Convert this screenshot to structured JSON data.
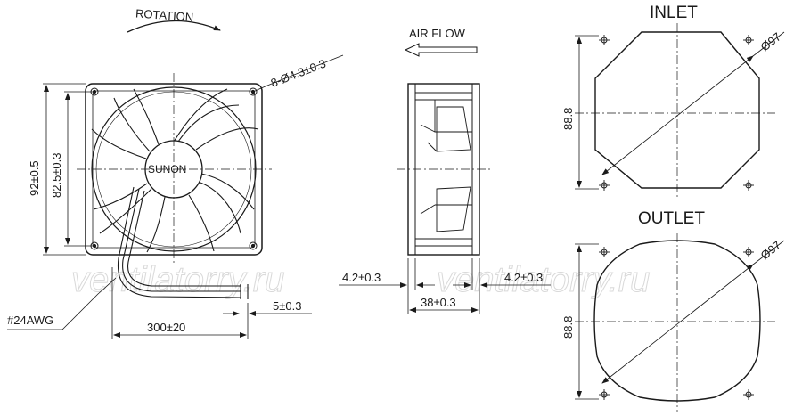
{
  "front_view": {
    "rotation_label": "ROTATION",
    "hole_dim": "8-Ø4.3±0.3",
    "overall_height": "92±0.5",
    "hole_spacing": "82.5±0.3",
    "brand": "SUNON",
    "wire_gauge": "#24AWG",
    "wire_strip": "5±0.3",
    "wire_length": "300±20"
  },
  "side_view": {
    "airflow_label": "AIR FLOW",
    "flange_left": "4.2±0.3",
    "flange_right": "4.2±0.3",
    "depth": "38±0.3"
  },
  "inlet_view": {
    "title": "INLET",
    "diameter": "Ø97",
    "span": "88.8"
  },
  "outlet_view": {
    "title": "OUTLET",
    "diameter": "Ø97",
    "span": "88.8"
  },
  "watermark": {
    "left": "ventilatorry.ru",
    "right": "ventilatorry.ru"
  }
}
